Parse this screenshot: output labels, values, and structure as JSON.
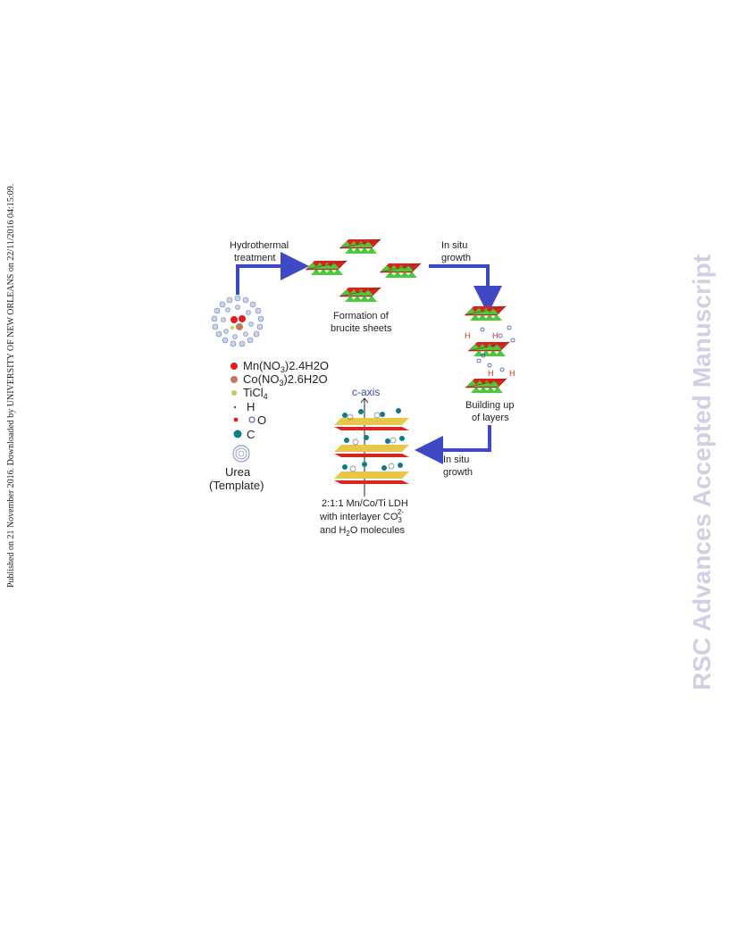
{
  "side_notice": "Published on 21 November 2016. Downloaded by UNIVERSITY OF NEW ORLEANS on 22/11/2016 04:15:09.",
  "watermark": "RSC Advances Accepted Manuscript",
  "figure": {
    "hydrothermal_1": "Hydrothermal",
    "hydrothermal_2": "treatment",
    "formation_1": "Formation of",
    "formation_2": "brucite sheets",
    "insitu_top_1": "In situ",
    "insitu_top_2": "growth",
    "building_1": "Building up",
    "building_2": "of layers",
    "insitu_bottom_1": "In situ",
    "insitu_bottom_2": "growth",
    "c_axis": "c-axis",
    "ldh_1": "2:1:1 Mn/Co/Ti LDH",
    "ldh_2a": "with interlayer CO",
    "ldh_2_sub": "3",
    "ldh_2_sup": "2-",
    "ldh_3a": "and H",
    "ldh_3_sub": "2",
    "ldh_3b": "O molecules",
    "urea_1": "Urea",
    "urea_2": "(Template)",
    "water_h": "H",
    "legend": {
      "mn_a": "Mn(NO",
      "mn_sub": "3",
      "mn_b": ")2.4H2O",
      "co_a": "Co(NO",
      "co_sub": "3",
      "co_b": ")2.6H2O",
      "ti_a": "TiCl",
      "ti_sub": "4",
      "h": "H",
      "o": "O",
      "c": "C"
    }
  },
  "colors": {
    "arrow": "#3f49c4",
    "sheet_green": "#4bc93a",
    "sheet_red": "#d6261e",
    "mn": "#e51c1c",
    "co": "#c07a5a",
    "ti": "#c8d24a",
    "c": "#0f7a8a",
    "o_ring": "#3b45b8",
    "watermark": "#cfd0e3"
  }
}
